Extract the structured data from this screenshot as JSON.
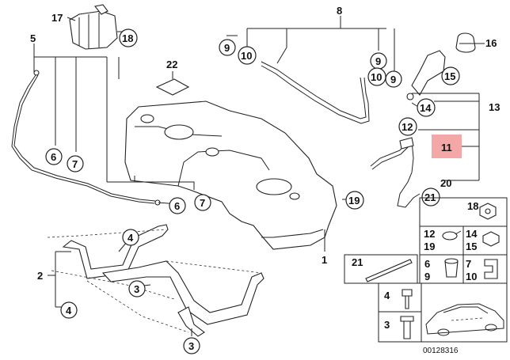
{
  "callouts": {
    "c1": "1",
    "c2": "2",
    "c3a": "3",
    "c3b": "3",
    "c4a": "4",
    "c4b": "4",
    "c5": "5",
    "c6a": "6",
    "c6b": "6",
    "c7a": "7",
    "c7b": "7",
    "c8": "8",
    "c9a": "9",
    "c9b": "9",
    "c9c": "9",
    "c10a": "10",
    "c10b": "10",
    "c11": "11",
    "c12": "12",
    "c13": "13",
    "c14": "14",
    "c15": "15",
    "c16": "16",
    "c17": "17",
    "c18": "18",
    "c19": "19",
    "c20": "20",
    "c21": "21",
    "c22": "22"
  },
  "legend": {
    "l18": "18",
    "l12": "12",
    "l19": "19",
    "l14": "14",
    "l15": "15",
    "l21": "21",
    "l6": "6",
    "l9": "9",
    "l7": "7",
    "l10": "10",
    "l4": "4",
    "l3": "3"
  },
  "highlight_color": "#f4a7a7",
  "catalog_number": "00128316"
}
